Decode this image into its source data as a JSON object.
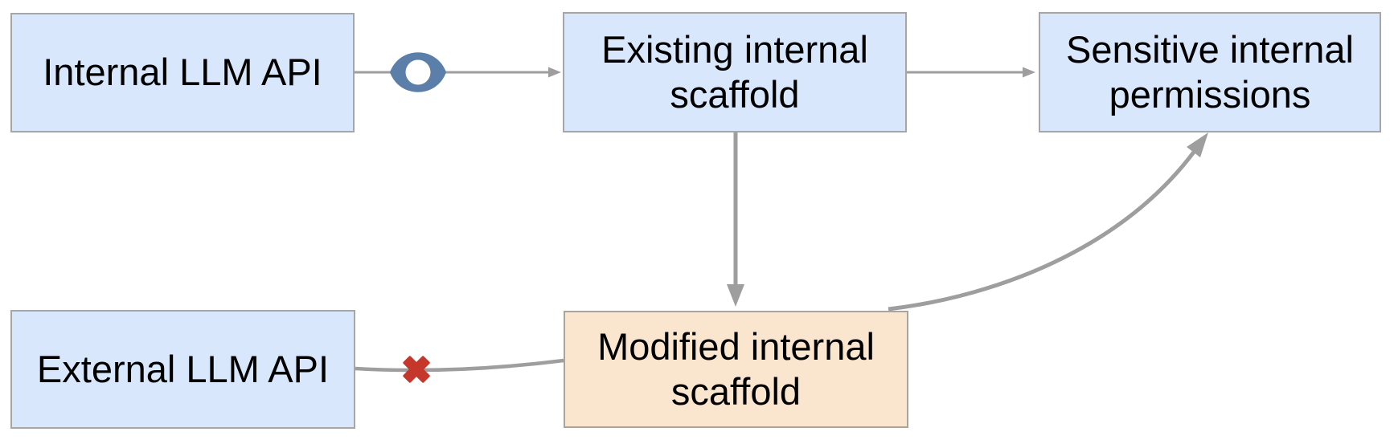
{
  "diagram": {
    "nodes": [
      {
        "id": "internal-llm-api",
        "label": "Internal LLM API",
        "fill": "#d8e7fb"
      },
      {
        "id": "existing-internal-scaffold",
        "label": "Existing internal scaffold",
        "fill": "#d8e7fb"
      },
      {
        "id": "sensitive-internal-permissions",
        "label": "Sensitive internal permissions",
        "fill": "#d8e7fb"
      },
      {
        "id": "external-llm-api",
        "label": "External LLM API",
        "fill": "#d8e7fb"
      },
      {
        "id": "modified-internal-scaffold",
        "label": "Modified internal scaffold",
        "fill": "#fae5cf"
      }
    ],
    "edges": [
      {
        "from": "internal-llm-api",
        "to": "existing-internal-scaffold",
        "type": "arrow",
        "icon": "monitoring-eye-icon"
      },
      {
        "from": "existing-internal-scaffold",
        "to": "sensitive-internal-permissions",
        "type": "arrow",
        "icon": null
      },
      {
        "from": "existing-internal-scaffold",
        "to": "modified-internal-scaffold",
        "type": "arrow",
        "icon": null
      },
      {
        "from": "external-llm-api",
        "to": "modified-internal-scaffold",
        "type": "blocked",
        "icon": "blocked-x-icon"
      },
      {
        "from": "modified-internal-scaffold",
        "to": "sensitive-internal-permissions",
        "type": "curved-arrow",
        "icon": null
      }
    ],
    "colors": {
      "node_blue_fill": "#d8e7fb",
      "node_orange_fill": "#fae5cf",
      "node_border": "#a6a6a6",
      "connector_gray": "#9e9e9e",
      "eye_icon_blue": "#5b7fa8",
      "blocked_x_red": "#c5362b"
    }
  }
}
